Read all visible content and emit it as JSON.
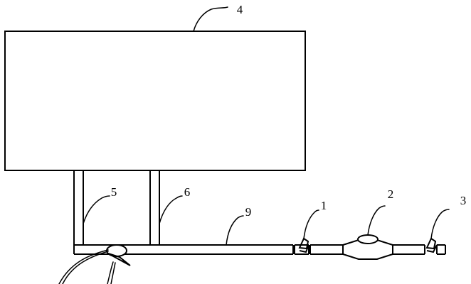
{
  "labels": {
    "tank": "4",
    "pipe_left": "5",
    "pipe_right": "6",
    "main_pipe": "9",
    "valve_1": "1",
    "meter": "2",
    "valve_3": "3"
  }
}
